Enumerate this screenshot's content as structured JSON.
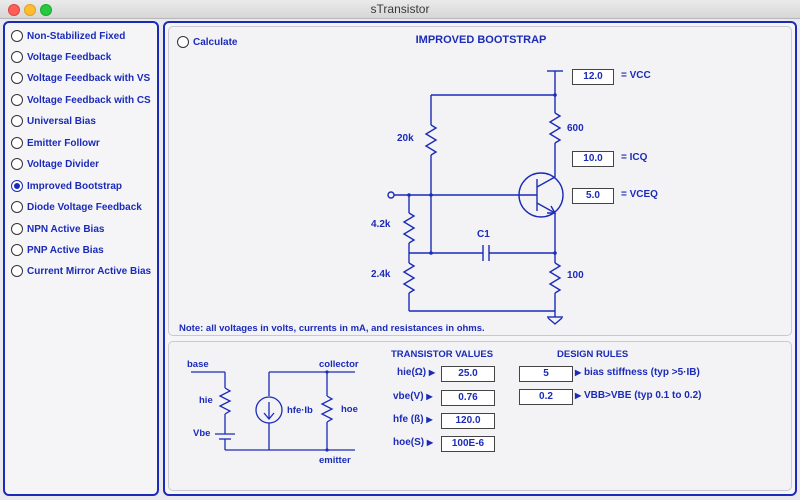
{
  "window": {
    "title": "sTransistor"
  },
  "menu": {
    "items": [
      {
        "label": "Non-Stabilized Fixed",
        "selected": false
      },
      {
        "label": "Voltage Feedback",
        "selected": false
      },
      {
        "label": "Voltage Feedback with VS",
        "selected": false
      },
      {
        "label": "Voltage Feedback with CS",
        "selected": false
      },
      {
        "label": "Universal Bias",
        "selected": false
      },
      {
        "label": "Emitter Followr",
        "selected": false
      },
      {
        "label": "Voltage Divider",
        "selected": false
      },
      {
        "label": "Improved Bootstrap",
        "selected": true
      },
      {
        "label": "Diode Voltage Feedback",
        "selected": false
      },
      {
        "label": "NPN Active Bias",
        "selected": false
      },
      {
        "label": "PNP Active Bias",
        "selected": false
      },
      {
        "label": "Current Mirror Active Bias",
        "selected": false
      }
    ]
  },
  "circuit": {
    "calculate_label": "Calculate",
    "title": "IMPROVED BOOTSTRAP",
    "labels": {
      "r_top_left": "20k",
      "r_top_right": "600",
      "r_mid_left": "4.2k",
      "r_bottom_left": "2.4k",
      "r_bottom_right": "100",
      "capacitor": "C1"
    },
    "vcc": {
      "value": "12.0",
      "label": "= VCC"
    },
    "icq": {
      "value": "10.0",
      "label": "= ICQ"
    },
    "vceq": {
      "value": "5.0",
      "label": "= VCEQ"
    },
    "note": "Note: all voltages in volts, currents in mA, and resistances in ohms."
  },
  "model": {
    "labels": {
      "base": "base",
      "collector": "collector",
      "emitter": "emitter",
      "hie": "hie",
      "vbe": "Vbe",
      "hfe_ib": "hfe·Ib",
      "hoe": "hoe"
    }
  },
  "transistor_values": {
    "header": "TRANSISTOR VALUES",
    "rows": [
      {
        "label": "hie(Ω)",
        "value": "25.0"
      },
      {
        "label": "vbe(V)",
        "value": "0.76"
      },
      {
        "label": "hfe (ß)",
        "value": "120.0"
      },
      {
        "label": "hoe(S)",
        "value": "100E-6"
      }
    ]
  },
  "design_rules": {
    "header": "DESIGN RULES",
    "rows": [
      {
        "value": "5",
        "label": "bias stiffness (typ >5·IB)"
      },
      {
        "value": "0.2",
        "label": "VBB>VBE (typ 0.1 to 0.2)"
      }
    ]
  },
  "colors": {
    "accent": "#1b2bb8",
    "background": "#f5f5f8"
  }
}
